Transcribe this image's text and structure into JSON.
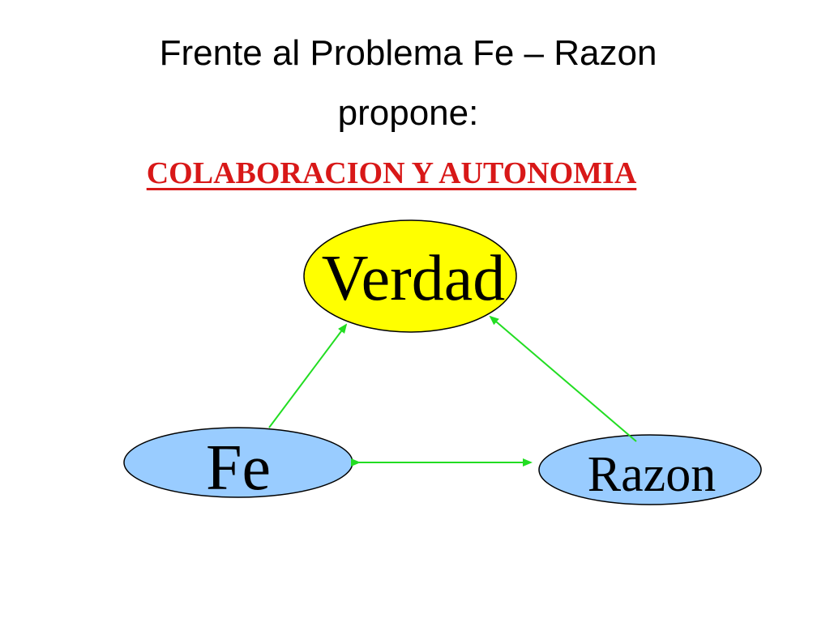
{
  "title": {
    "line1": "Frente al Problema Fe – Razon",
    "line2": "propone:"
  },
  "subtitle": "COLABORACION Y AUTONOMIA",
  "nodes": {
    "verdad": {
      "label": "Verdad",
      "fill": "#ffff00"
    },
    "fe": {
      "label": "Fe",
      "fill": "#99ccff"
    },
    "razon": {
      "label": "Razon",
      "fill": "#99ccff"
    }
  },
  "colors": {
    "arrow": "#22dd22",
    "subtitle": "#d81818",
    "outline": "#000000"
  }
}
